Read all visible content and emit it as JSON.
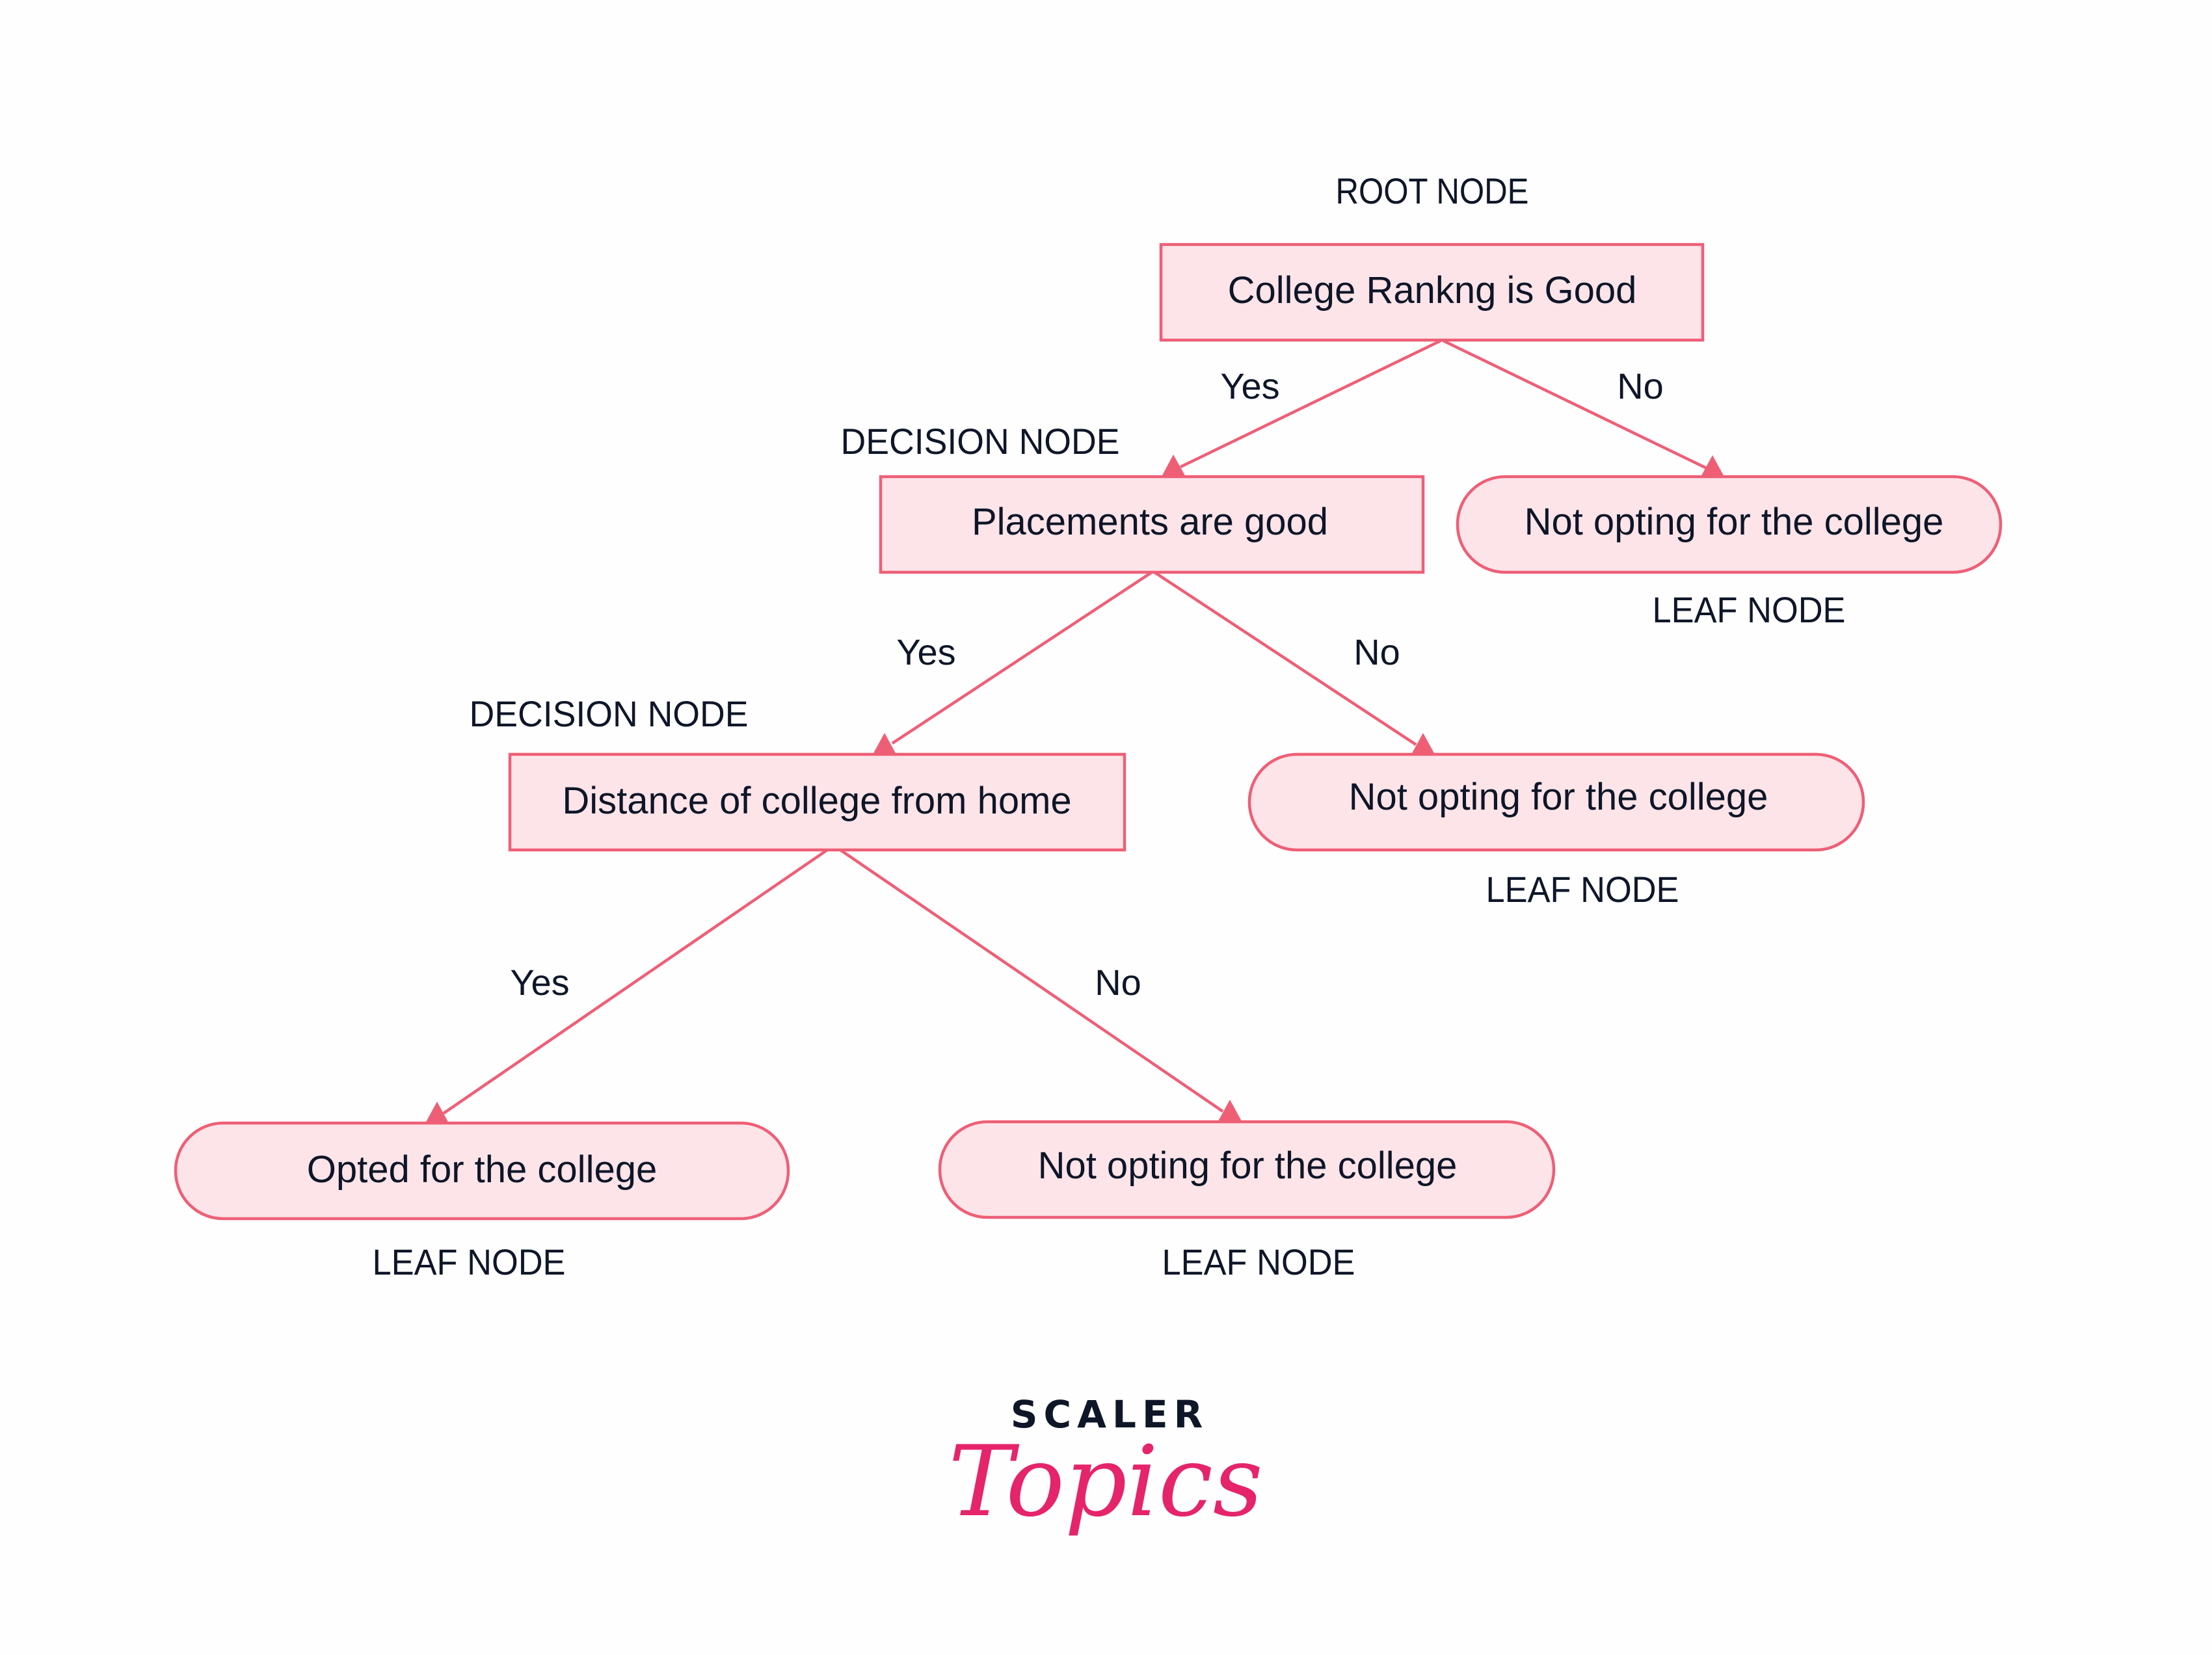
{
  "diagram": {
    "type": "decision-tree",
    "colors": {
      "node_fill": "#fde4e8",
      "node_stroke": "#ee5f76",
      "text": "#0e1628",
      "brand_pink": "#e5246b"
    },
    "nodes": [
      {
        "id": "root",
        "shape": "rect",
        "text": "College Rankng is Good",
        "caption": "ROOT NODE"
      },
      {
        "id": "placements",
        "shape": "rect",
        "text": "Placements are good",
        "caption": "DECISION NODE"
      },
      {
        "id": "leaf1",
        "shape": "pill",
        "text": "Not opting for the college",
        "caption": "LEAF NODE"
      },
      {
        "id": "distance",
        "shape": "rect",
        "text": "Distance of college from home",
        "caption": "DECISION NODE"
      },
      {
        "id": "leaf2",
        "shape": "pill",
        "text": "Not opting for the college",
        "caption": "LEAF NODE"
      },
      {
        "id": "leaf3",
        "shape": "pill",
        "text": "Opted for the college",
        "caption": "LEAF NODE"
      },
      {
        "id": "leaf4",
        "shape": "pill",
        "text": "Not opting for the college",
        "caption": "LEAF NODE"
      }
    ],
    "edges": [
      {
        "from": "root",
        "to": "placements",
        "label": "Yes"
      },
      {
        "from": "root",
        "to": "leaf1",
        "label": "No"
      },
      {
        "from": "placements",
        "to": "distance",
        "label": "Yes"
      },
      {
        "from": "placements",
        "to": "leaf2",
        "label": "No"
      },
      {
        "from": "distance",
        "to": "leaf3",
        "label": "Yes"
      },
      {
        "from": "distance",
        "to": "leaf4",
        "label": "No"
      }
    ]
  },
  "logo": {
    "top": "SCALER",
    "script": "Topics"
  }
}
